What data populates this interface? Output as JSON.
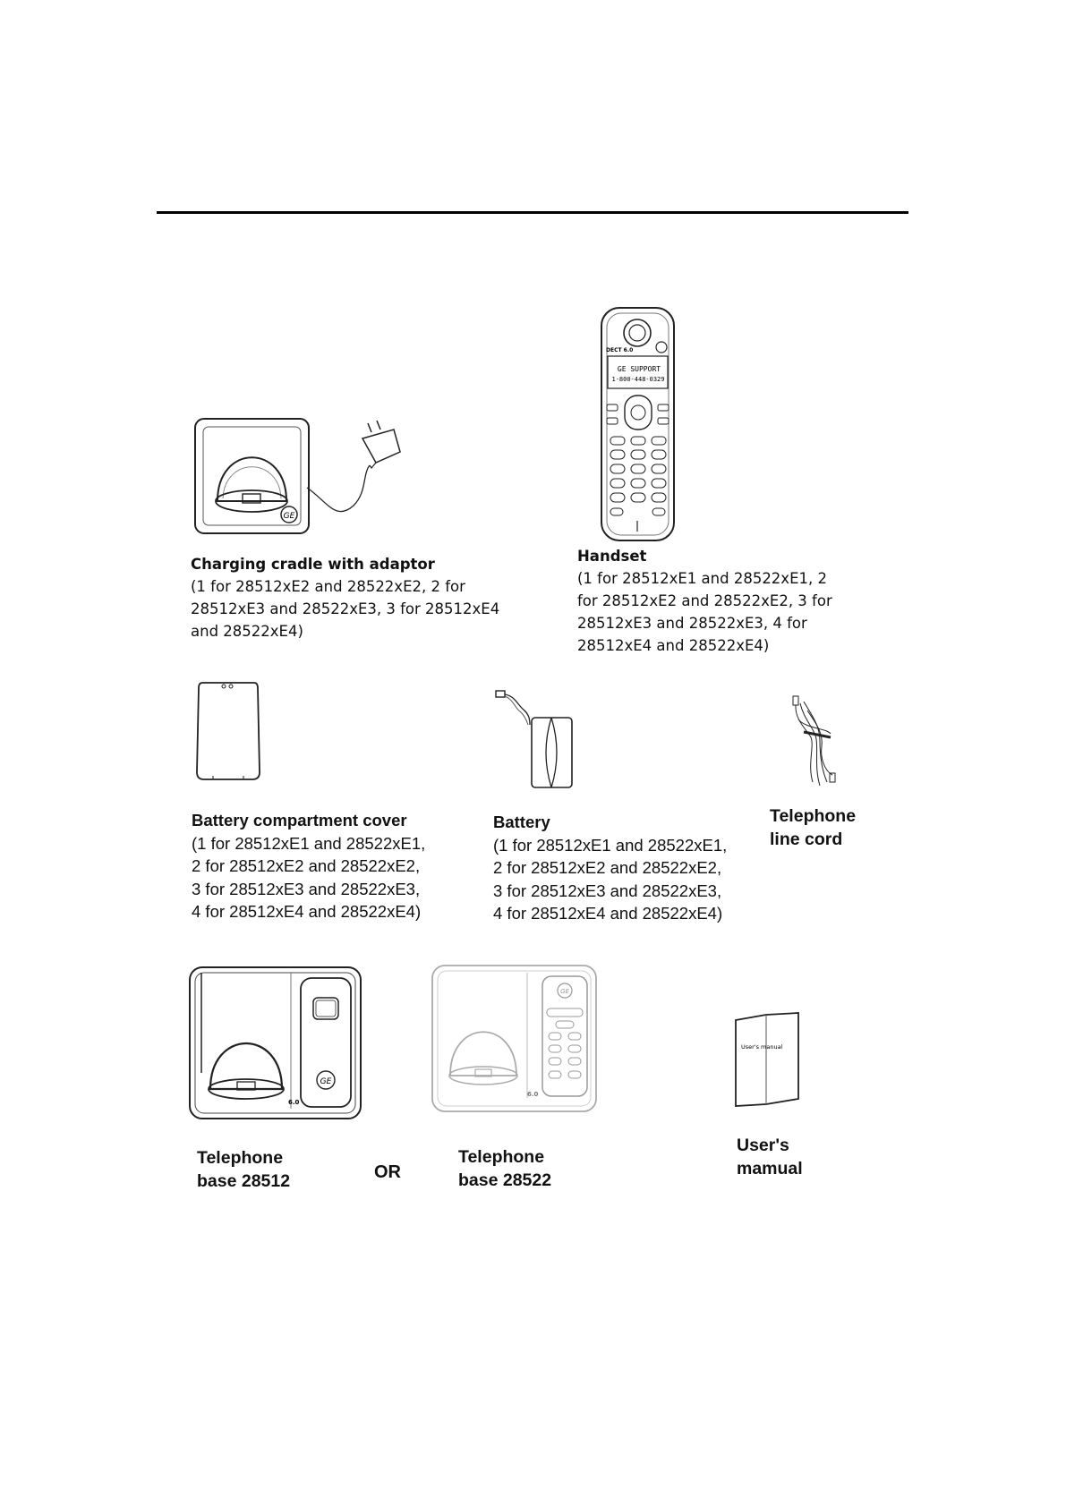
{
  "items": {
    "cradle": {
      "title": "Charging cradle with adaptor",
      "desc": "(1 for 28512xE2 and 28522xE2, 2 for\n28512xE3 and 28522xE3, 3 for 28512xE4\nand 28522xE4)"
    },
    "handset": {
      "title": "Handset",
      "desc": "(1 for 28512xE1 and 28522xE1, 2\nfor 28512xE2 and 28522xE2, 3 for\n28512xE3 and 28522xE3, 4 for\n28512xE4 and 28522xE4)",
      "screen_line1": "GE SUPPORT",
      "screen_line2": "1-800-448-0329",
      "badge": "DECT 6.0"
    },
    "cover": {
      "title": "Battery compartment cover",
      "desc": "(1 for 28512xE1 and 28522xE1,\n2 for 28512xE2 and 28522xE2,\n3 for 28512xE3 and 28522xE3,\n4 for 28512xE4 and 28522xE4)"
    },
    "battery": {
      "title": "Battery",
      "desc": "(1 for 28512xE1 and 28522xE1,\n2 for 28512xE2 and 28522xE2,\n3 for 28512xE3 and 28522xE3,\n4 for 28512xE4 and 28522xE4)"
    },
    "line_cord": {
      "title": "Telephone\nline cord"
    },
    "base_28512": {
      "title": "Telephone\nbase 28512",
      "badge": "6.0"
    },
    "or_label": "OR",
    "base_28522": {
      "title": "Telephone\nbase 28522",
      "badge": "6.0"
    },
    "manual": {
      "title": "User's\nmamual",
      "booklet_text": "User's manual"
    }
  }
}
